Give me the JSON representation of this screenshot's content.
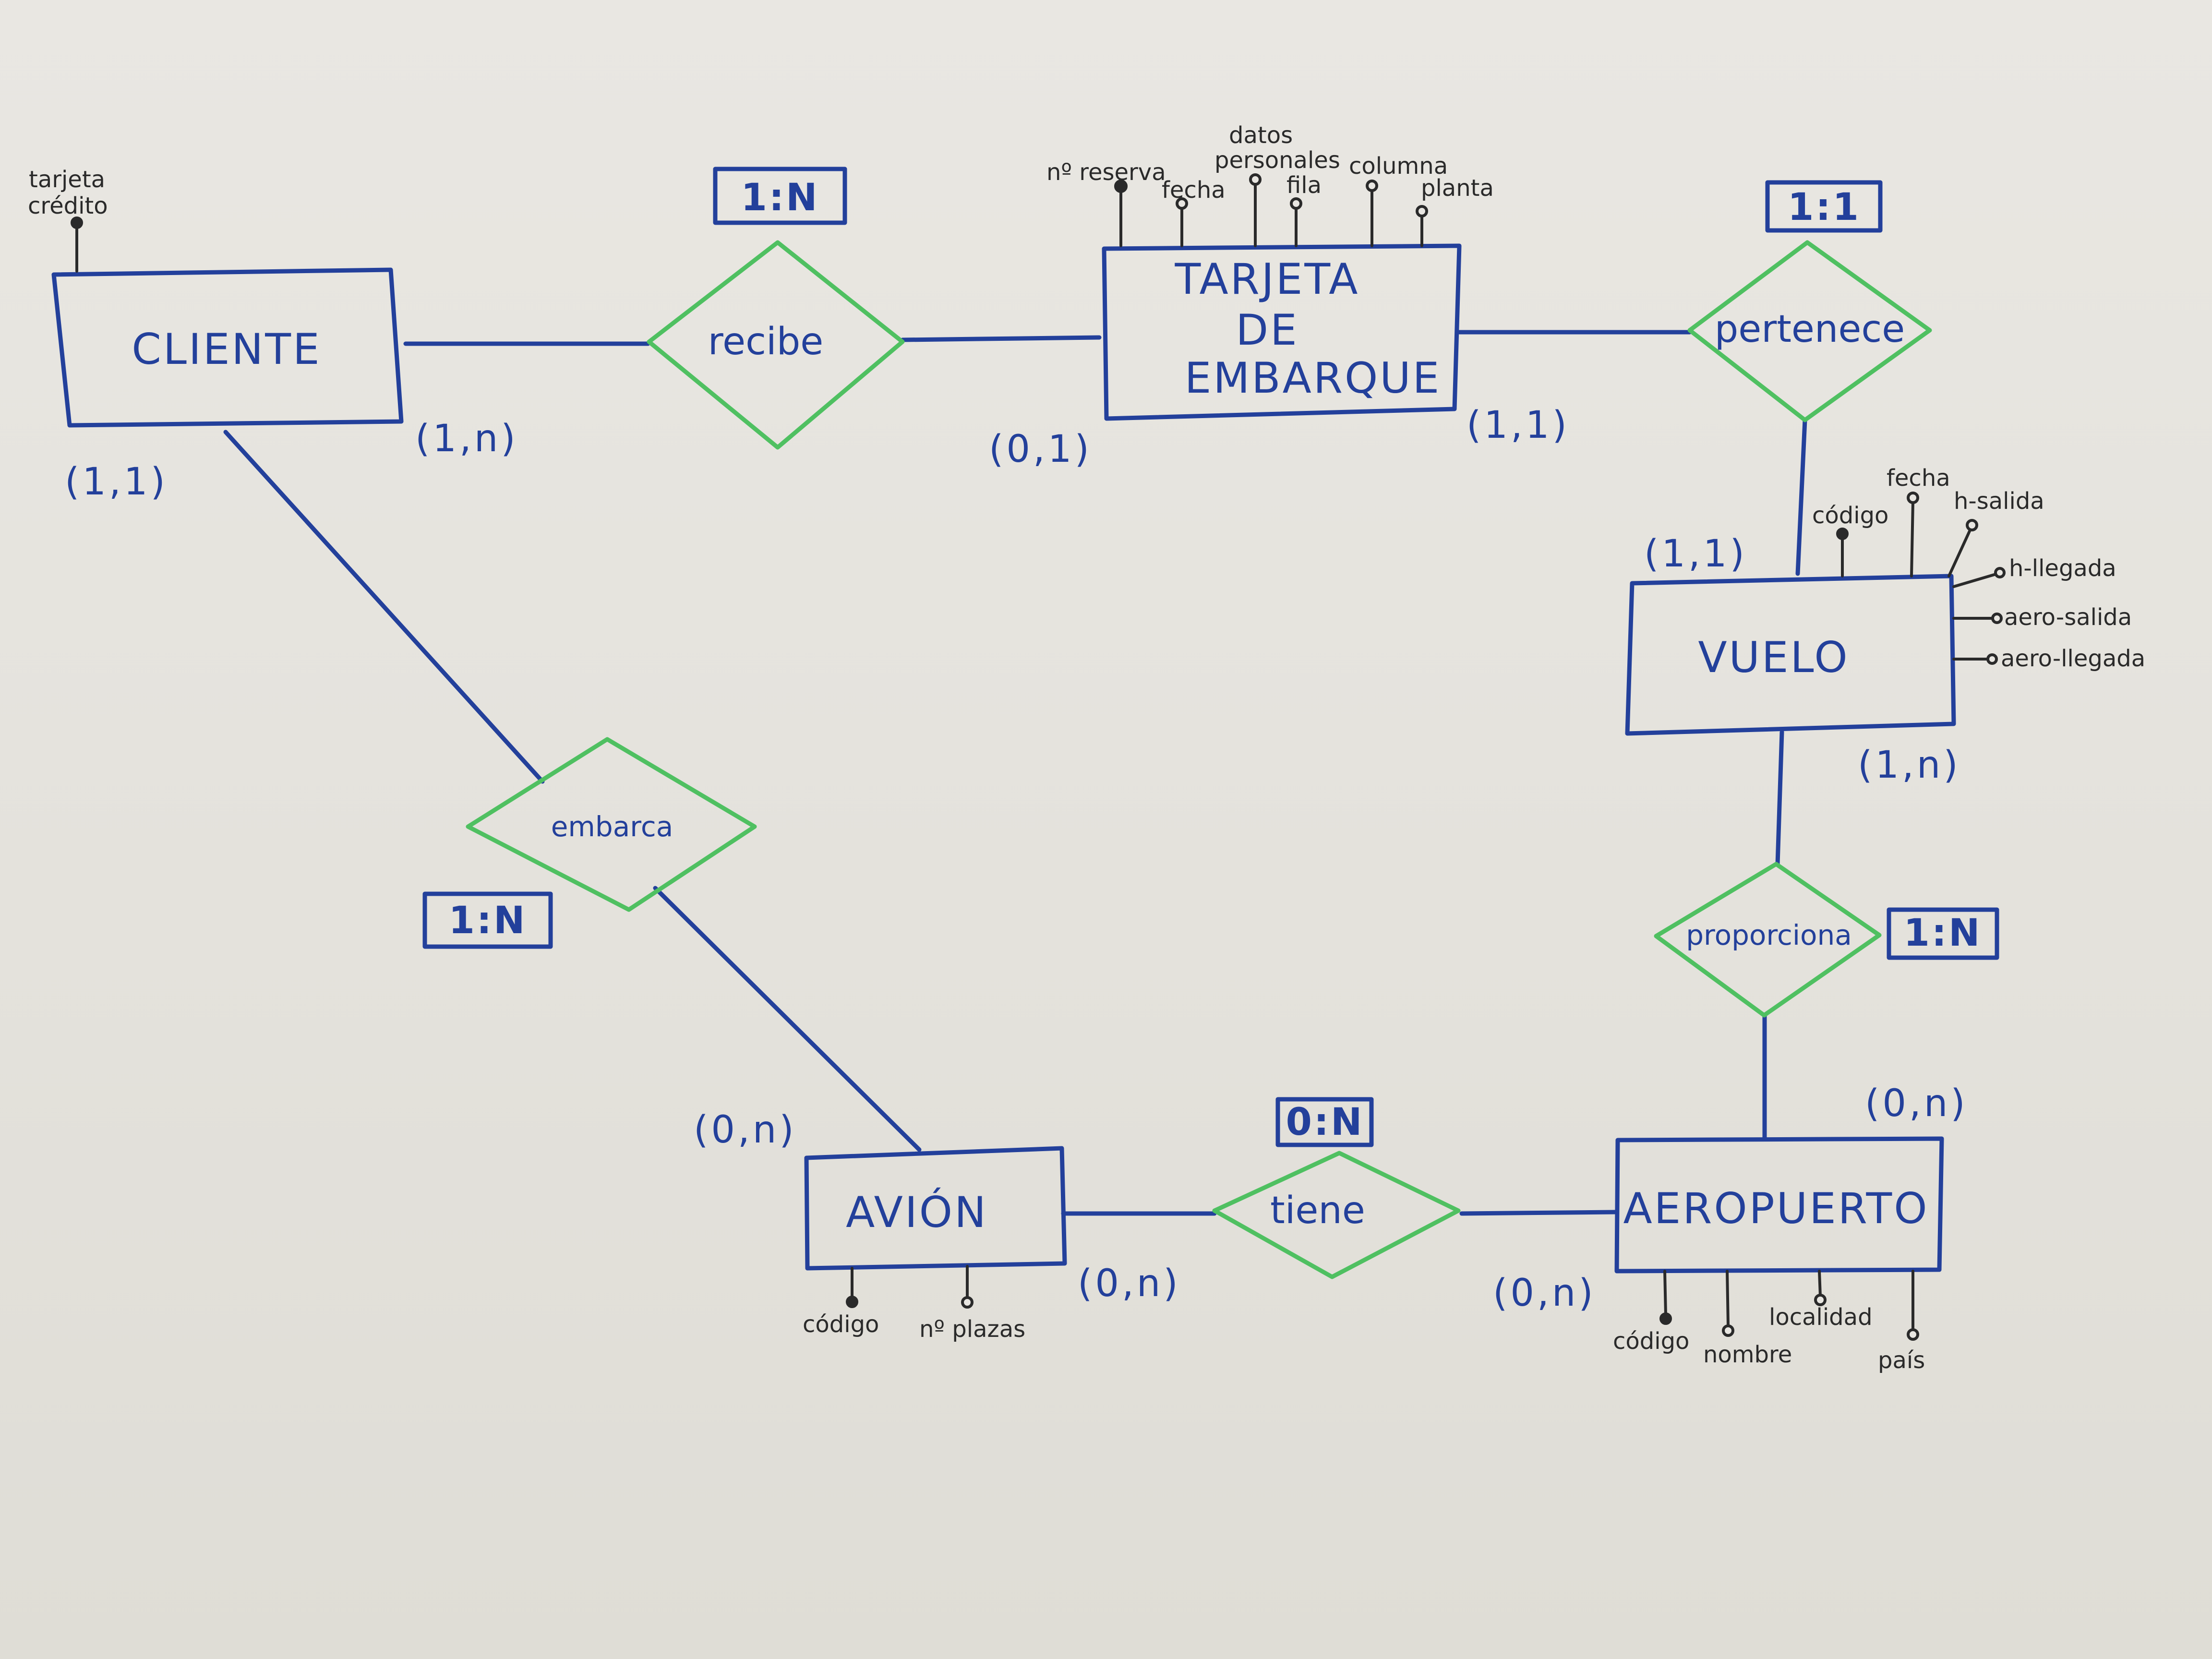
{
  "entities": {
    "cliente": "CLIENTE",
    "tarjeta": [
      "TARJETA",
      "DE",
      "EMBARQUE"
    ],
    "vuelo": "VUELO",
    "avion": "AVIÓN",
    "aeropuerto": "AEROPUERTO"
  },
  "relationships": {
    "recibe": "recibe",
    "pertenece": "pertenece",
    "embarca": "embarca",
    "proporciona": "proporciona",
    "tiene": "tiene"
  },
  "ratios": {
    "recibe": "1:N",
    "pertenece": "1:1",
    "embarca": "1:N",
    "proporciona": "1:N",
    "tiene": "0:N"
  },
  "cardinalities": {
    "cliente_left": "(1,1)",
    "cliente_right": "(1,n)",
    "tarjeta_left": "(0,1)",
    "tarjeta_right": "(1,1)",
    "vuelo_top": "(1,1)",
    "vuelo_bottom": "(1,n)",
    "aeropuerto_top": "(0,n)",
    "aeropuerto_left": "(0,n)",
    "avion_top": "(0,n)",
    "avion_right": "(0,n)"
  },
  "attributes": {
    "cliente": [
      "tarjeta",
      "crédito"
    ],
    "tarjeta": [
      "nº reserva",
      "fecha",
      "datos",
      "personales",
      "fila",
      "columna",
      "planta"
    ],
    "vuelo": [
      "código",
      "fecha",
      "h-salida",
      "h-llegada",
      "aero-salida",
      "aero-llegada"
    ],
    "avion": [
      "código",
      "nº plazas"
    ],
    "aeropuerto": [
      "código",
      "nombre",
      "localidad",
      "país"
    ]
  }
}
